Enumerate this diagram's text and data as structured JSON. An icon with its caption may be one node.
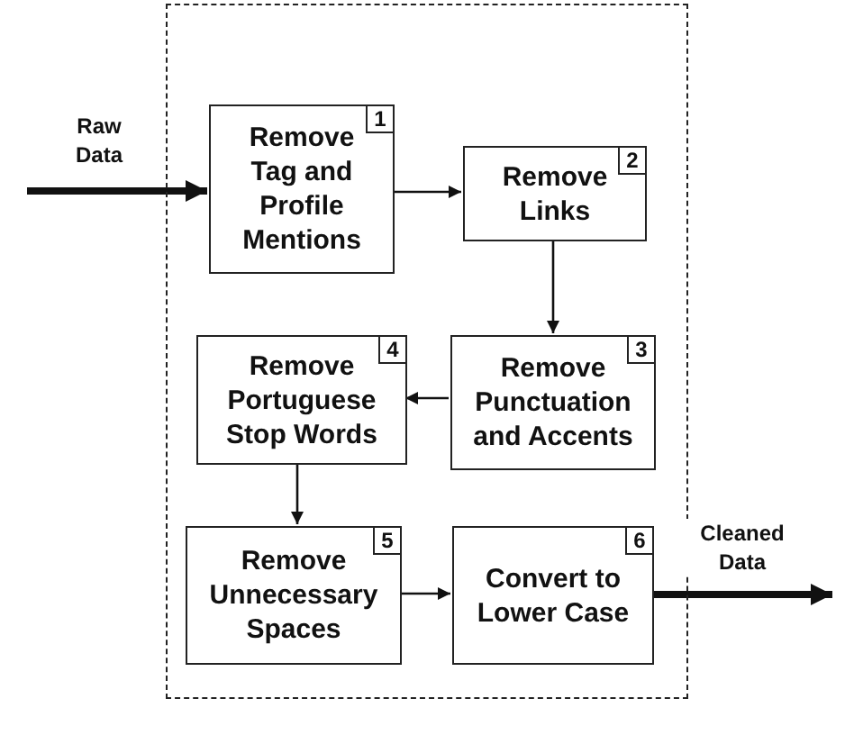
{
  "diagram": {
    "nodes": [
      {
        "text": [],
        "shape": "box"
      },
      {
        "text": [
          "Remove Tag and Profile Mentions",
          "1"
        ],
        "in": 0
      },
      {
        "text": [
          "Remove Links",
          "2"
        ],
        "in": 0
      },
      {
        "text": [
          "Remove Punctuation and Accents",
          "3"
        ],
        "in": 0
      },
      {
        "text": [
          "Remove Portuguese Stop Words",
          "4"
        ],
        "in": 0
      },
      {
        "text": [
          "Remove Unnecessary Spaces",
          "5"
        ],
        "in": 0
      },
      {
        "text": [
          "Convert to Lower Case",
          "6"
        ],
        "in": 0
      }
    ],
    "edges": [
      {
        "from": null,
        "to": 1,
        "arrow": "to",
        "label": "Raw Data",
        "style": "thick"
      },
      {
        "from": 1,
        "to": 2,
        "arrow": "to"
      },
      {
        "from": 2,
        "to": 3,
        "arrow": "to"
      },
      {
        "from": 3,
        "to": 4,
        "arrow": "to"
      },
      {
        "from": 4,
        "to": 5,
        "arrow": "to"
      },
      {
        "from": 5,
        "to": 6,
        "arrow": "to"
      },
      {
        "from": 6,
        "to": null,
        "arrow": "to",
        "label": "Cleaned Data",
        "style": "thick"
      }
    ]
  }
}
